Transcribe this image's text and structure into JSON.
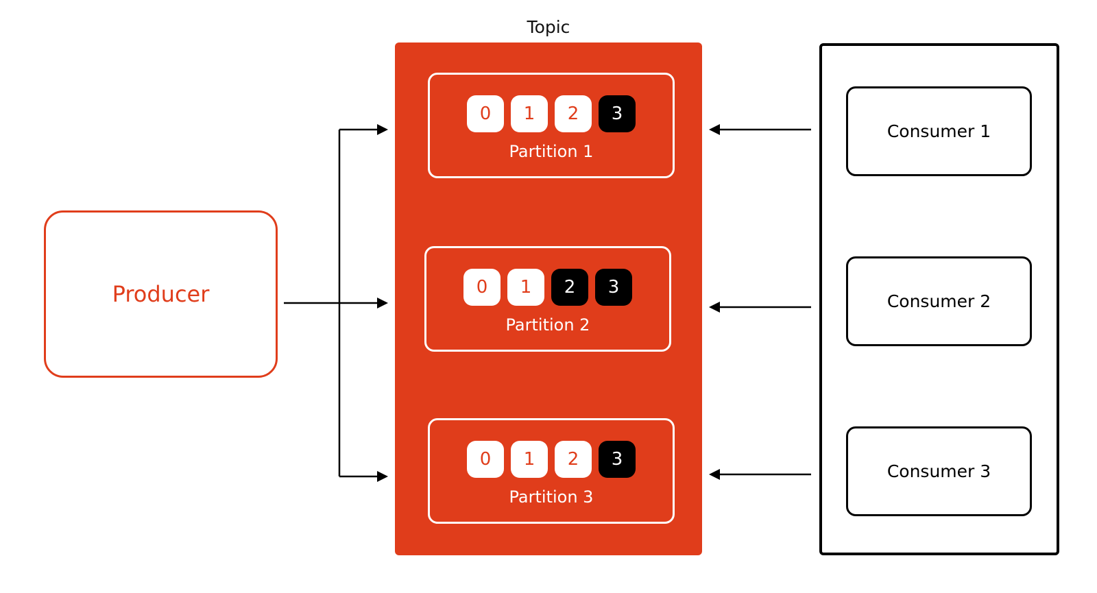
{
  "producer": {
    "label": "Producer"
  },
  "topic": {
    "title": "Topic",
    "partitions": [
      {
        "label": "Partition 1",
        "offsets": [
          {
            "value": "0",
            "state": "pending"
          },
          {
            "value": "1",
            "state": "pending"
          },
          {
            "value": "2",
            "state": "pending"
          },
          {
            "value": "3",
            "state": "consumed"
          }
        ]
      },
      {
        "label": "Partition 2",
        "offsets": [
          {
            "value": "0",
            "state": "pending"
          },
          {
            "value": "1",
            "state": "pending"
          },
          {
            "value": "2",
            "state": "consumed"
          },
          {
            "value": "3",
            "state": "consumed"
          }
        ]
      },
      {
        "label": "Partition 3",
        "offsets": [
          {
            "value": "0",
            "state": "pending"
          },
          {
            "value": "1",
            "state": "pending"
          },
          {
            "value": "2",
            "state": "pending"
          },
          {
            "value": "3",
            "state": "consumed"
          }
        ]
      }
    ]
  },
  "consumers": [
    {
      "label": "Consumer 1"
    },
    {
      "label": "Consumer 2"
    },
    {
      "label": "Consumer 3"
    }
  ],
  "colors": {
    "accent": "#e03d1b",
    "consumed": "#000000",
    "line": "#000000"
  }
}
